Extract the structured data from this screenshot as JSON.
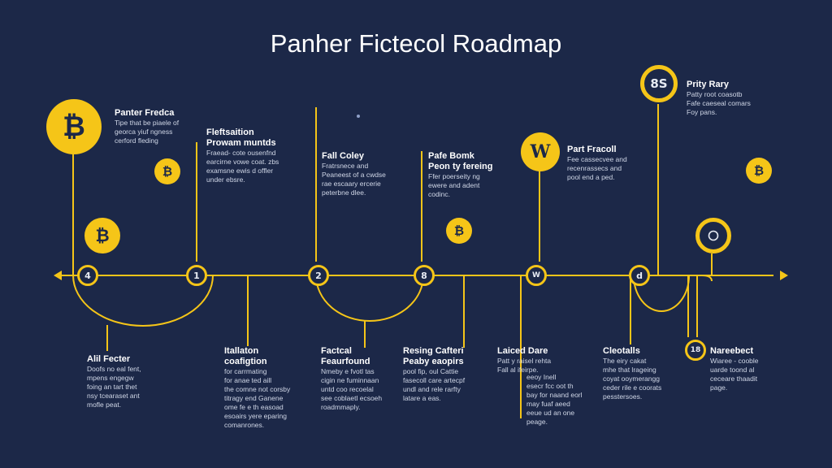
{
  "title": "Panher Fictecol Roadmap",
  "colors": {
    "background": "#1c2848",
    "accent": "#f5c518",
    "text": "#ffffff"
  },
  "nodes": [
    "4",
    "1",
    "2",
    "8",
    "W",
    "d",
    "18"
  ],
  "top_badges": {
    "w_badge": "W",
    "s_badge": "8S"
  },
  "top_blocks": [
    {
      "heading": "Panter Fredca",
      "body": "Tipe that be piaele of\ngeorca yiuf ngness\ncerford fleding"
    },
    {
      "heading": "Fleftsaition\nProwam muntds",
      "body": "Fraead- cote ousenfnd\nearcirne vowe coat. zbs\nexamsne ewis d offler\nunder ebsre."
    },
    {
      "heading": "Fall Coley",
      "body": "Fratrsnece and\nPeaneest of a cwdse\nrae escaary ercerie\npeterbne dlee."
    },
    {
      "heading": "Pafe Bomk\nPeon ty fereing",
      "body": "Ffer poerseity ng\newere and adent\ncodinc."
    },
    {
      "heading": "Part Fracoll",
      "body": "Fee cassecvee and\nrecenrassecs and\npool end a ped."
    },
    {
      "heading": "Prity Rary",
      "body": "Patty root coasotb\nFafe caeseal comars\nFoy pans."
    }
  ],
  "bottom_blocks": [
    {
      "heading": "Alil Fecter",
      "body": "Doofs no eal fent,\nmpens engegw\nfoing an tart thet\nnsy tcearaset ant\nmofle peat."
    },
    {
      "heading": "Itallaton\ncoafigtion",
      "body": "for carrmating\nfor anae ted aill\nthe comne not corsby\ntitragy end Ganene\nome fe e th easoad\nesoairs yere eparing\ncomanrones."
    },
    {
      "heading": "Factcal\nFeaurfound",
      "body": "Nmeby e fvotl tas\ncigin ne fuminnaan\nuntd coo recoelal\nsee coblaetl ecsoeh\nroadmmaply."
    },
    {
      "heading": "Resing Cafteri\nPeaby eaopirs",
      "body": "pool fip, oul Cattie\nfasecoll care artecpf\nundl and rele rarfty\nlatare a eas."
    },
    {
      "heading": "Laiced Dare",
      "body": "Patt y raisel rehta\nFall al ifeirpe."
    },
    {
      "heading": "Cleotalls",
      "body": "The eiry cakat\nmhe that lrageing\ncoyat ooymerangg\nceder rile e coorats\npesstersoes."
    },
    {
      "heading": "Nareebect",
      "body": "Wiaree - cooble\nuarde toond al\nceceare thaadit\npage."
    }
  ],
  "extra_block": {
    "body": "eeoy Inell\nesecr fcc oot th\nbay for naand eorl\nmay fuaf aeed\neeue ud an one\npeage."
  }
}
